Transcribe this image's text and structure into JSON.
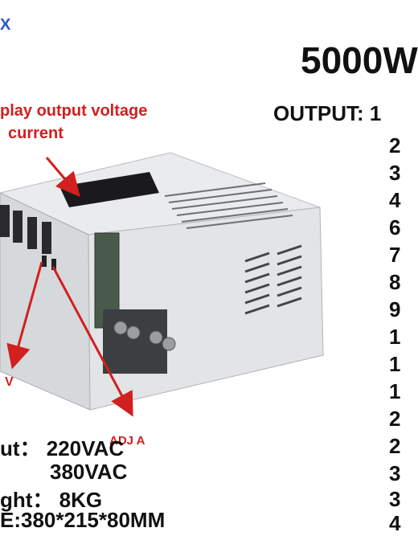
{
  "brand": "X",
  "title": "5000W",
  "output_label": "OUTPUT: 1",
  "annotations": {
    "display_line1": "play output voltage",
    "display_line2": "current",
    "adj_v": "V",
    "adj_a": "ADJ  A"
  },
  "specs": {
    "input_line1": "ut： 220VAC",
    "input_line2": "380VAC",
    "weight": "ght： 8KG",
    "size": "E:380*215*80MM"
  },
  "output_list_digits": [
    "2",
    "3",
    "4",
    "6",
    "7",
    "8",
    "9",
    "1",
    "1",
    "1",
    "2",
    "2",
    "3",
    "3",
    "4"
  ],
  "colors": {
    "annotation_red": "#d21f1f",
    "brand_blue": "#2a55c8",
    "case_gray": "#e4e6e8"
  }
}
